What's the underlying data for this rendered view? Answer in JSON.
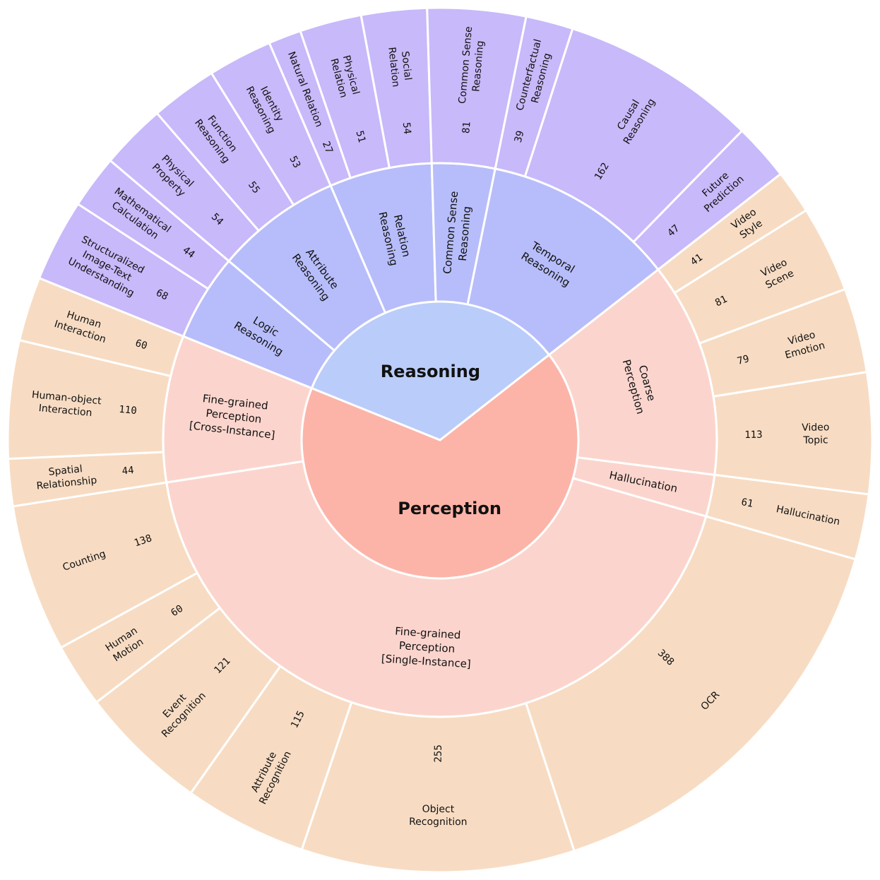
{
  "chart_data": {
    "type": "sunburst",
    "colors": {
      "perception_core": "#FDB4A8",
      "perception_mid": "#FBD5CD",
      "perception_leaf": "#F7DCC3",
      "reasoning_core": "#BACCFA",
      "reasoning_mid": "#B7BDFA",
      "reasoning_leaf": "#C8B9FA"
    },
    "hierarchy": [
      {
        "name": "Perception",
        "group": "perception",
        "children": [
          {
            "name": "Coarse\nPerception",
            "children": [
              {
                "name": "Video\nStyle",
                "value": 41
              },
              {
                "name": "Video\nScene",
                "value": 81
              },
              {
                "name": "Video\nEmotion",
                "value": 79
              },
              {
                "name": "Video\nTopic",
                "value": 113
              }
            ]
          },
          {
            "name": "Hallucination",
            "children": [
              {
                "name": "Hallucination",
                "value": 61
              }
            ]
          },
          {
            "name": "Fine-grained\nPerception\n[Single-Instance]",
            "children": [
              {
                "name": "OCR",
                "value": 388
              },
              {
                "name": "Object\nRecognition",
                "value": 255
              },
              {
                "name": "Attribute\nRecognition",
                "value": 115
              },
              {
                "name": "Event\nRecognition",
                "value": 121
              },
              {
                "name": "Human\nMotion",
                "value": 60
              },
              {
                "name": "Counting",
                "value": 138
              }
            ]
          },
          {
            "name": "Fine-grained\nPerception\n[Cross-Instance]",
            "children": [
              {
                "name": "Spatial\nRelationship",
                "value": 44
              },
              {
                "name": "Human-object\nInteraction",
                "value": 110
              },
              {
                "name": "Human\nInteraction",
                "value": 60
              }
            ]
          }
        ]
      },
      {
        "name": "Reasoning",
        "group": "reasoning",
        "children": [
          {
            "name": "Logic\nReasoning",
            "children": [
              {
                "name": "Structuralized\nImage-Text\nUnderstanding",
                "value": 68
              },
              {
                "name": "Mathematical\nCalculation",
                "value": 44
              }
            ]
          },
          {
            "name": "Attribute\nReasoning",
            "children": [
              {
                "name": "Physical\nProperty",
                "value": 54
              },
              {
                "name": "Function\nReasoning",
                "value": 55
              },
              {
                "name": "Identity\nReasoning",
                "value": 53
              }
            ]
          },
          {
            "name": "Relation\nReasoning",
            "children": [
              {
                "name": "Natural Relation",
                "value": 27
              },
              {
                "name": "Physical\nRelation",
                "value": 51
              },
              {
                "name": "Social\nRelation",
                "value": 54
              }
            ]
          },
          {
            "name": "Common Sense\nReasoning",
            "children": [
              {
                "name": "Common Sense\nReasoning",
                "value": 81
              }
            ]
          },
          {
            "name": "Temporal\nReasoning",
            "children": [
              {
                "name": "Counterfactual\nReasoning",
                "value": 39
              },
              {
                "name": "Causal\nReasoning",
                "value": 162
              },
              {
                "name": "Future\nPrediction",
                "value": 47
              }
            ]
          }
        ]
      }
    ]
  }
}
